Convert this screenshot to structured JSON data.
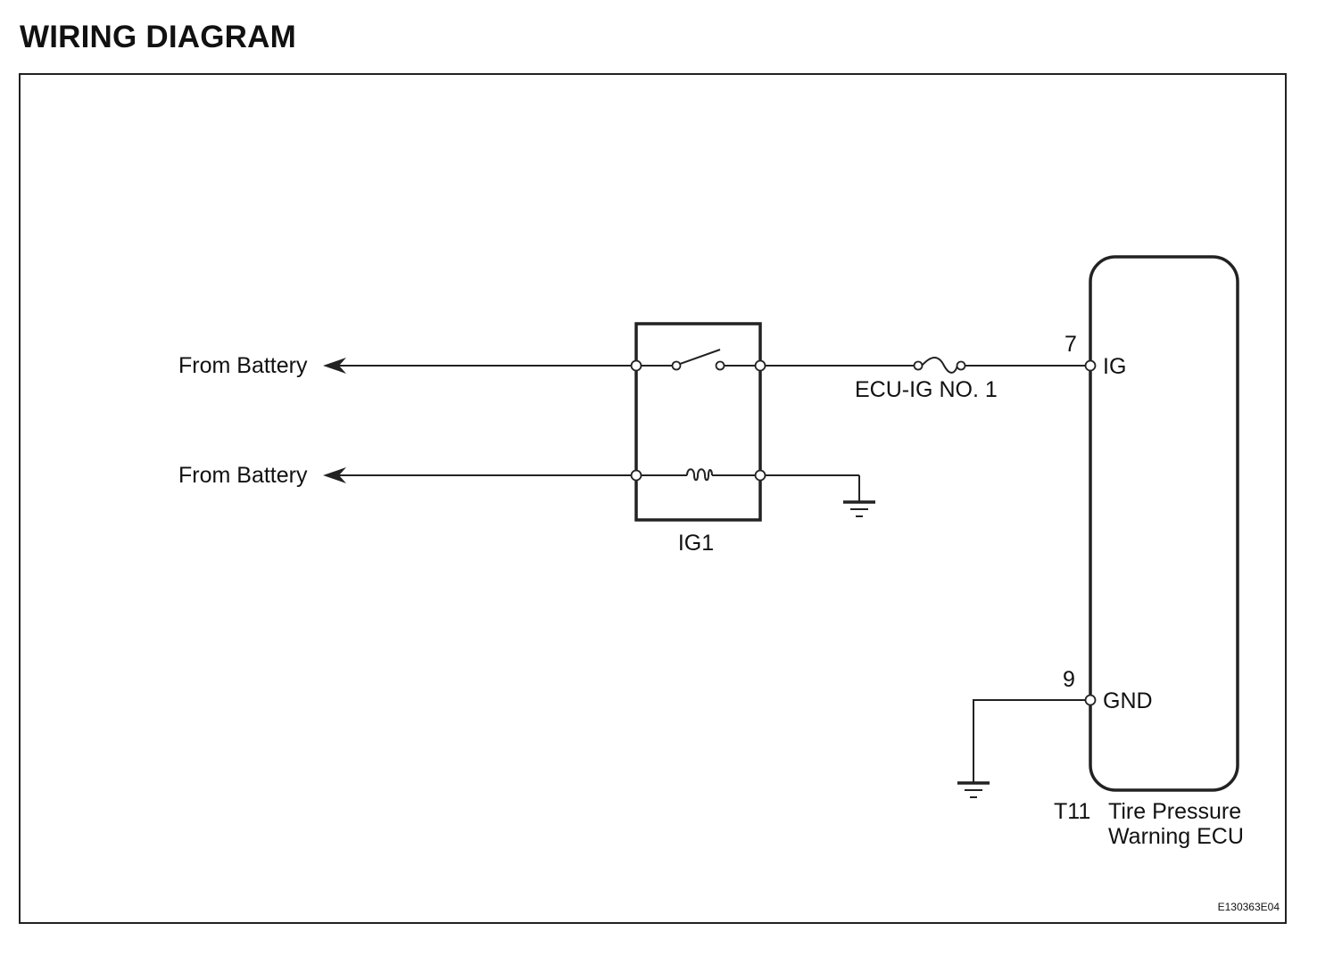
{
  "header": {
    "title": "WIRING DIAGRAM"
  },
  "diagram": {
    "battery_label_top": "From Battery",
    "battery_label_bottom": "From Battery",
    "relay_label": "IG1",
    "fuse_label": "ECU-IG NO. 1",
    "ecu": {
      "connector": "T11",
      "name_line1": "Tire Pressure",
      "name_line2": "Warning ECU",
      "pins": [
        {
          "number": "7",
          "name": "IG"
        },
        {
          "number": "9",
          "name": "GND"
        }
      ]
    },
    "figure_code": "E130363E04"
  }
}
